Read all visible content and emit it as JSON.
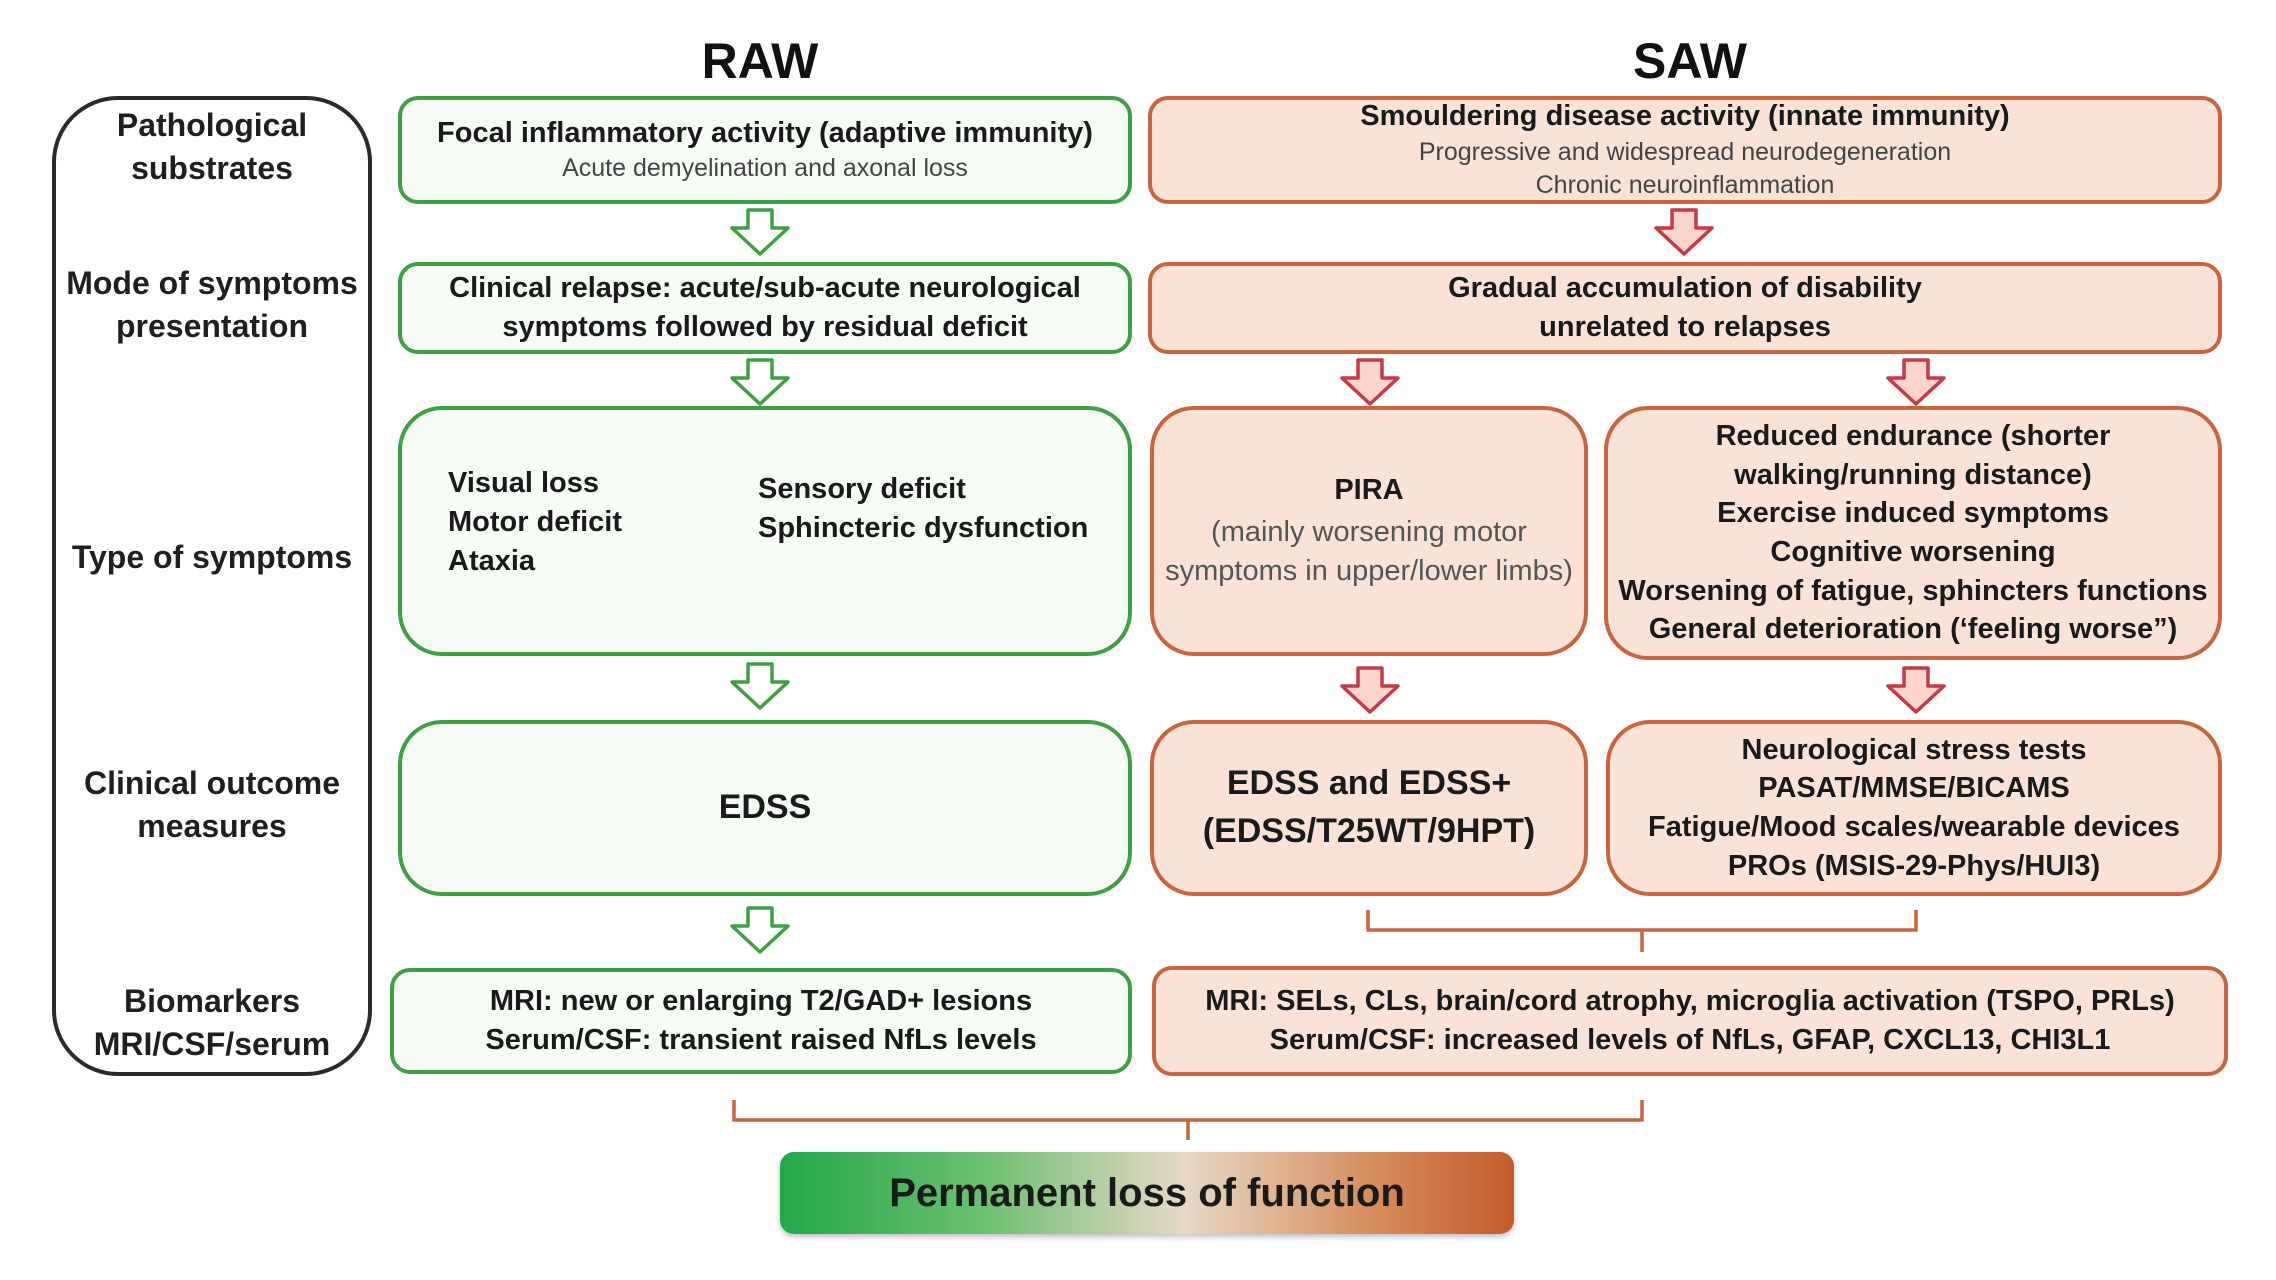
{
  "columns": {
    "raw": "RAW",
    "saw": "SAW"
  },
  "row_labels": {
    "pathological": [
      "Pathological",
      "substrates"
    ],
    "mode": [
      "Mode of symptoms",
      "presentation"
    ],
    "type": "Type of symptoms",
    "clinical": [
      "Clinical outcome",
      "measures"
    ],
    "biomarkers": [
      "Biomarkers",
      "MRI/CSF/serum"
    ]
  },
  "raw": {
    "pathological": {
      "title": "Focal inflammatory activity (adaptive immunity)",
      "sub": "Acute demyelination and axonal loss"
    },
    "mode": [
      "Clinical relapse: acute/sub-acute neurological",
      "symptoms followed by residual deficit"
    ],
    "symptoms_left": [
      "Visual loss",
      "Motor deficit",
      "Ataxia"
    ],
    "symptoms_right": [
      "Sensory deficit",
      "Sphincteric dysfunction"
    ],
    "clinical": "EDSS",
    "biomarkers": [
      "MRI: new or enlarging T2/GAD+ lesions",
      "Serum/CSF: transient raised NfLs levels"
    ]
  },
  "saw": {
    "pathological": {
      "title": "Smouldering disease activity (innate immunity)",
      "sub": [
        "Progressive and widespread neurodegeneration",
        "Chronic neuroinflammation"
      ]
    },
    "mode": [
      "Gradual accumulation of disability",
      "unrelated to relapses"
    ],
    "pira": {
      "title": "PIRA",
      "sub": [
        "(mainly worsening motor",
        "symptoms in upper/lower limbs)"
      ]
    },
    "other_symptoms": [
      "Reduced endurance (shorter",
      "walking/running distance)",
      "Exercise induced symptoms",
      "Cognitive worsening",
      "Worsening of fatigue, sphincters functions",
      "General deterioration (‘feeling worse”)"
    ],
    "clinical_left": [
      "EDSS and EDSS+",
      "(EDSS/T25WT/9HPT)"
    ],
    "clinical_right": [
      "Neurological stress tests",
      "PASAT/MMSE/BICAMS",
      "Fatigue/Mood scales/wearable devices",
      "PROs (MSIS-29-Phys/HUI3)"
    ],
    "biomarkers": [
      "MRI: SELs, CLs, brain/cord atrophy, microglia activation (TSPO, PRLs)",
      "Serum/CSF: increased levels of NfLs, GFAP, CXCL13, CHI3L1"
    ]
  },
  "outcome": "Permanent loss of function",
  "colors": {
    "raw_green": "#3fa043",
    "saw_orange": "#c8653e",
    "saw_fill": "#fae3d6",
    "arrow_red": "#c63a48"
  }
}
